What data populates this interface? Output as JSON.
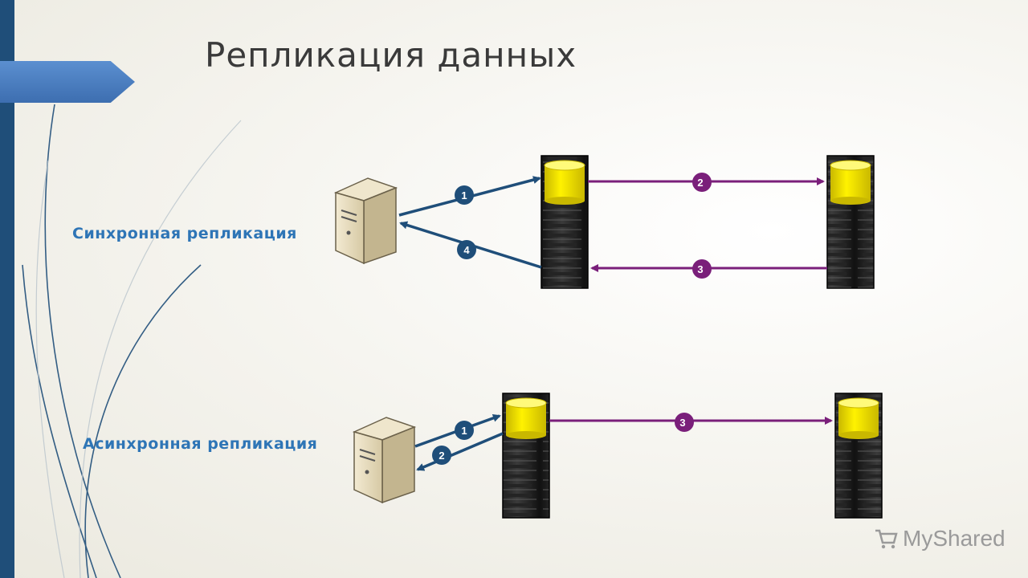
{
  "slide": {
    "title": "Репликация данных"
  },
  "sync": {
    "label": "Синхронная репликация",
    "badges": [
      "1",
      "4",
      "2",
      "3"
    ]
  },
  "async": {
    "label": "Асинхронная репликация",
    "badges": [
      "1",
      "2",
      "3"
    ]
  },
  "colors": {
    "client_arrow": "#1f4e79",
    "replication_arrow": "#7a1f7a",
    "disk": "#f2e200"
  },
  "watermark": {
    "text": "MyShared"
  }
}
